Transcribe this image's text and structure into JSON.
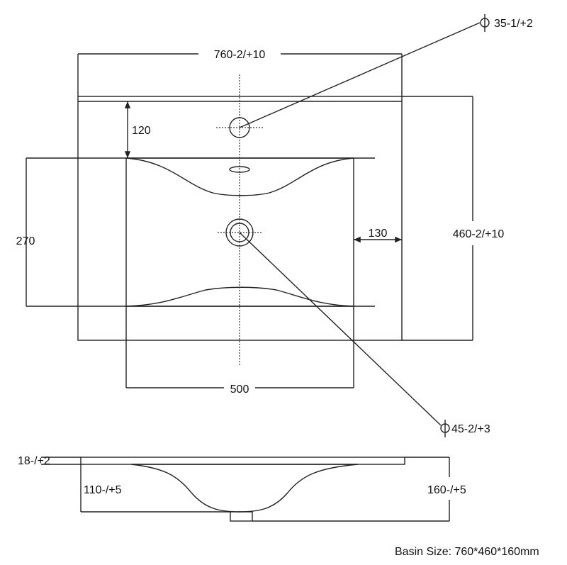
{
  "dimensions": {
    "overall_width": "760-2/+10",
    "overall_depth": "460-2/+10",
    "back_to_bowl": "120",
    "bowl_depth": "270",
    "side_margin": "130",
    "bowl_width": "500",
    "tap_hole": "35-1/+2",
    "drain_hole": "45-2/+3",
    "slab_thickness": "18-/+2",
    "bowl_height": "110-/+5",
    "total_height": "160-/+5"
  },
  "caption": "Basin Size: 760*460*160mm",
  "colors": {
    "fill": "#dddddd",
    "line": "#222222"
  }
}
